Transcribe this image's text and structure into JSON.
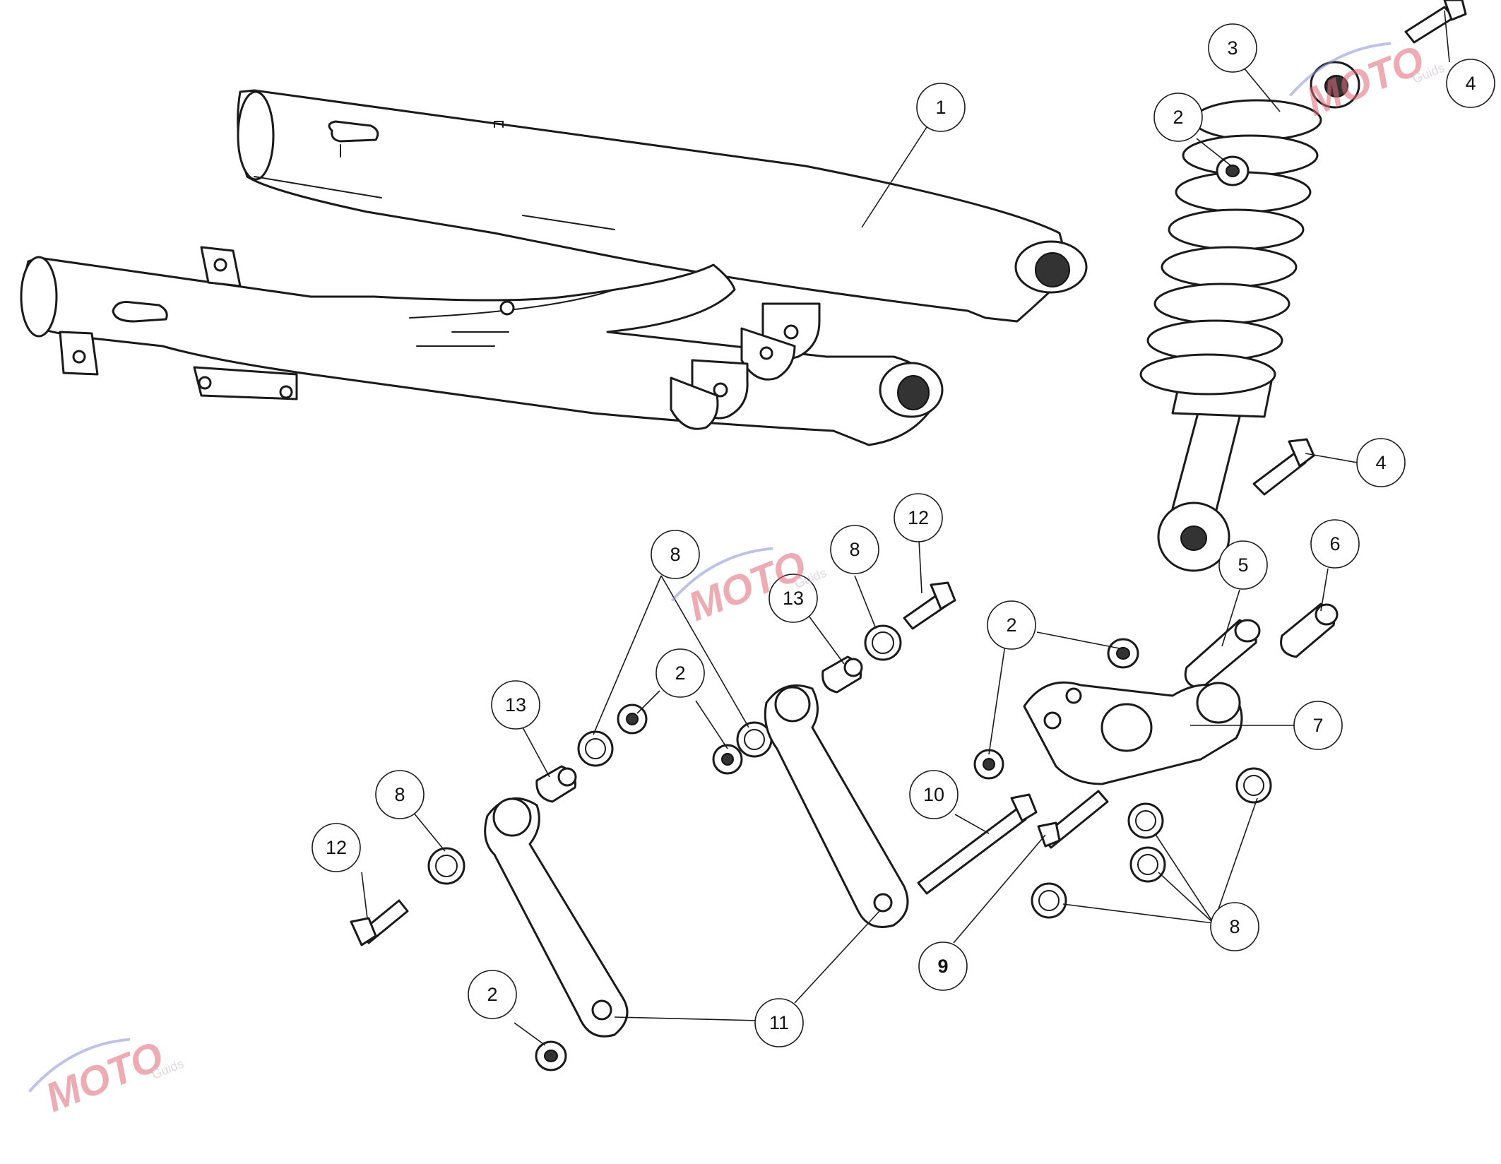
{
  "watermark": {
    "brand_text": "MOTO",
    "sub_text": "Guids",
    "colors": {
      "red": "#e06a78",
      "blue": "#8a8fd6",
      "gray": "#b9b9b9"
    }
  },
  "callouts": [
    {
      "id": "c1",
      "label": "1"
    },
    {
      "id": "c2a",
      "label": "2"
    },
    {
      "id": "c3",
      "label": "3"
    },
    {
      "id": "c4a",
      "label": "4"
    },
    {
      "id": "c4b",
      "label": "4"
    },
    {
      "id": "c5",
      "label": "5"
    },
    {
      "id": "c6",
      "label": "6"
    },
    {
      "id": "c7",
      "label": "7"
    },
    {
      "id": "c2b",
      "label": "2"
    },
    {
      "id": "c8a",
      "label": "8"
    },
    {
      "id": "c12a",
      "label": "12"
    },
    {
      "id": "c8b",
      "label": "8"
    },
    {
      "id": "c13a",
      "label": "13"
    },
    {
      "id": "c2c",
      "label": "2"
    },
    {
      "id": "c13b",
      "label": "13"
    },
    {
      "id": "c8c",
      "label": "8"
    },
    {
      "id": "c12b",
      "label": "12"
    },
    {
      "id": "c10",
      "label": "10"
    },
    {
      "id": "c9",
      "label": "9"
    },
    {
      "id": "c8d",
      "label": "8"
    },
    {
      "id": "c11",
      "label": "11"
    },
    {
      "id": "c2d",
      "label": "2"
    }
  ]
}
